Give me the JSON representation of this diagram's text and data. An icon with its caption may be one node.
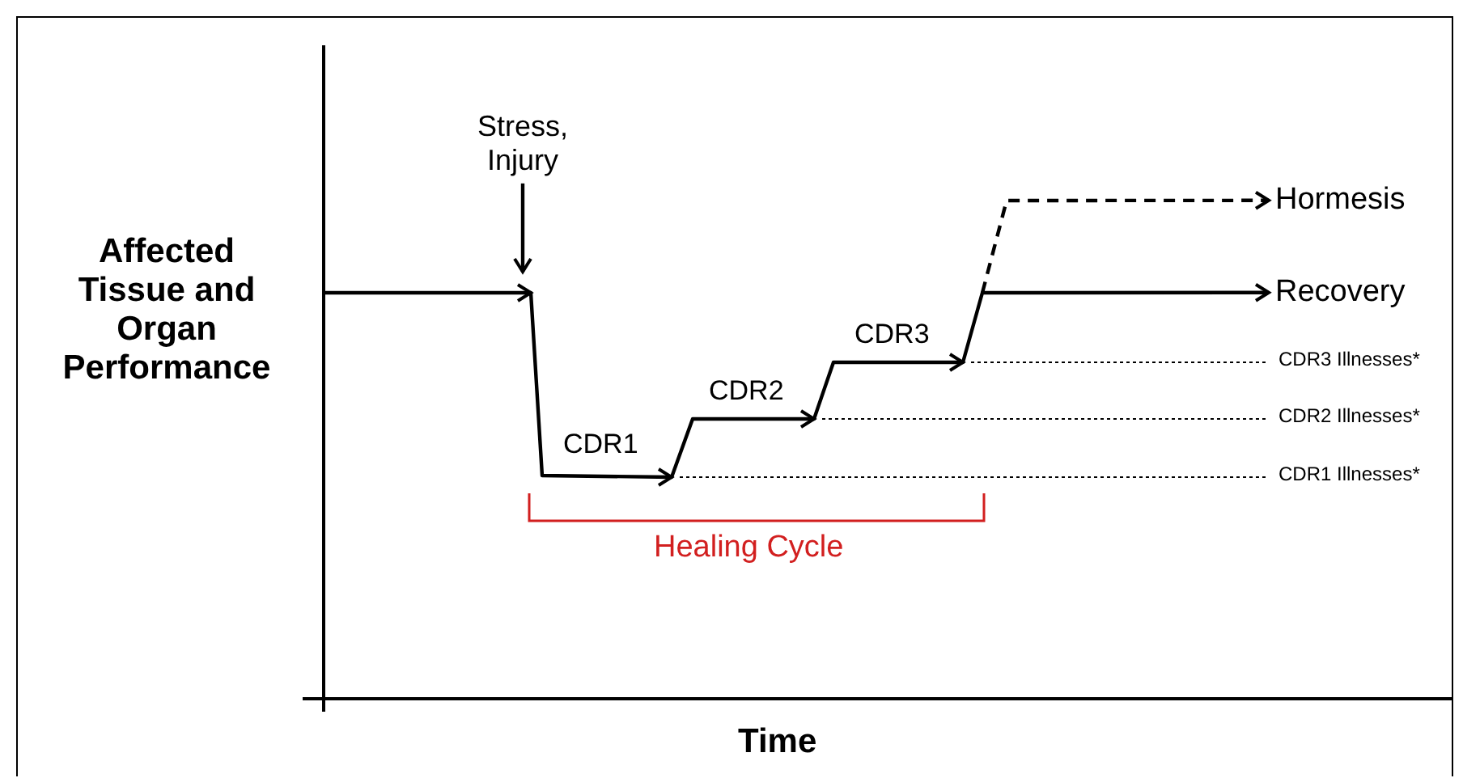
{
  "diagram": {
    "nodes": [
      {
        "text": [
          "Stress, Injury"
        ]
      },
      {
        "text": [
          "Hormesis"
        ]
      },
      {
        "text": [
          "Recovery"
        ]
      }
    ],
    "edges": [
      {
        "from": 0,
        "to": null,
        "arrow": "to"
      },
      {
        "from": null,
        "to": 1,
        "arrow": "to",
        "style": "dashed"
      },
      {
        "from": null,
        "to": 2,
        "arrow": "to"
      }
    ],
    "labels": [
      "Affected Tissue and Organ Performance",
      "CDR1",
      "CDR2",
      "CDR3",
      "Healing Cycle",
      "CDR3 Illnesses*",
      "CDR2 Illnesses*",
      "CDR1 Illnesses*",
      "Time"
    ]
  }
}
